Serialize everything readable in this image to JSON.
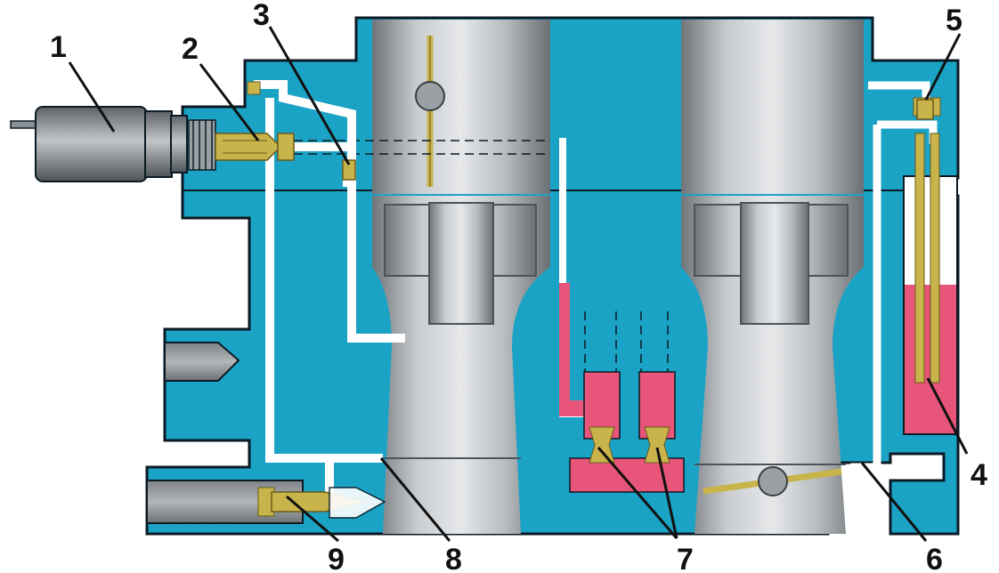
{
  "callouts": [
    {
      "id": "1",
      "label": "1"
    },
    {
      "id": "2",
      "label": "2"
    },
    {
      "id": "3",
      "label": "3"
    },
    {
      "id": "4",
      "label": "4"
    },
    {
      "id": "5",
      "label": "5"
    },
    {
      "id": "6",
      "label": "6"
    },
    {
      "id": "7",
      "label": "7"
    },
    {
      "id": "8",
      "label": "8"
    },
    {
      "id": "9",
      "label": "9"
    }
  ],
  "colors": {
    "body": "#1ba3c6",
    "channel": "#ffffff",
    "fuel": "#e8557a",
    "brass": "#c8b44a",
    "metal": "#a9adb0",
    "outline": "#0b1a24"
  }
}
